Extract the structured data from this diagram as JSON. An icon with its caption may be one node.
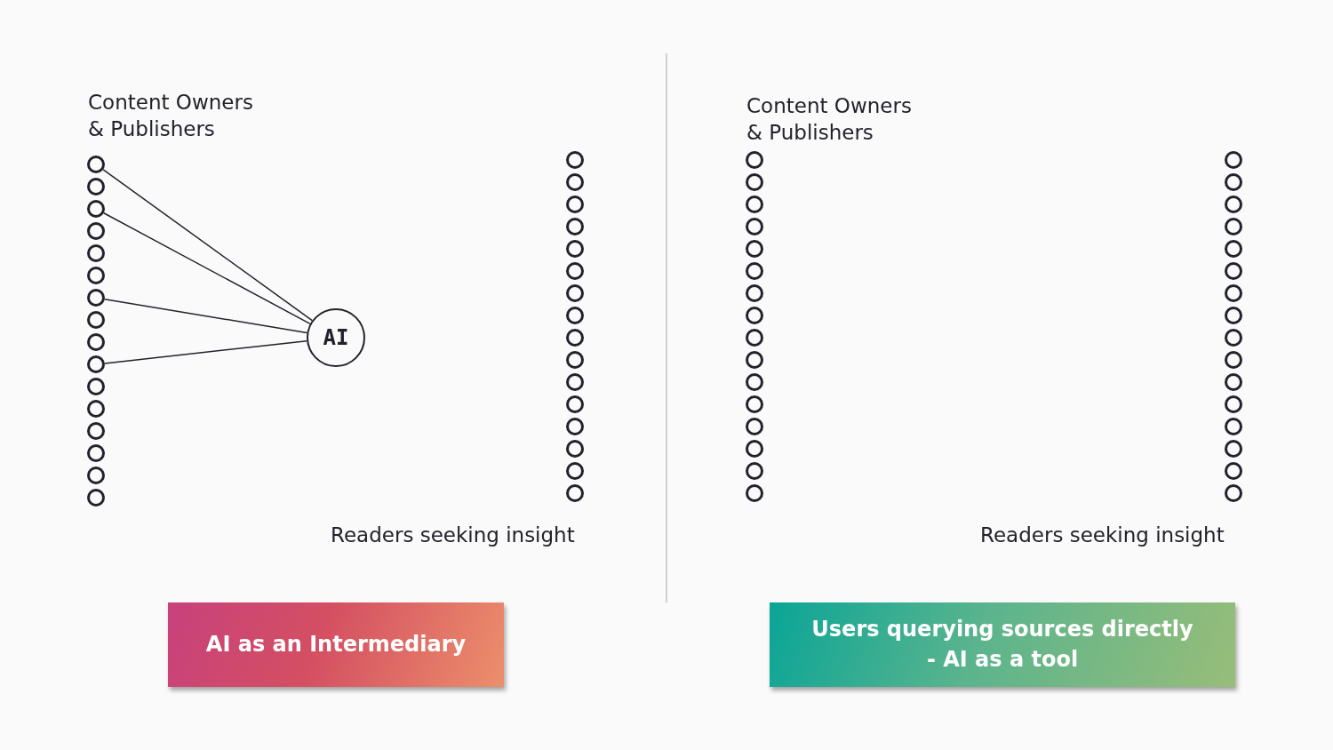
{
  "diagram": {
    "nodes": [
      {
        "text": [],
        "shape": "circle"
      },
      {
        "text": [],
        "shape": "circle"
      },
      {
        "text": [],
        "shape": "circle"
      },
      {
        "text": [],
        "shape": "circle"
      },
      {
        "text": [],
        "shape": "circle"
      },
      {
        "text": [],
        "shape": "circle"
      },
      {
        "text": [],
        "shape": "circle"
      },
      {
        "text": [],
        "shape": "circle"
      },
      {
        "text": [],
        "shape": "circle"
      },
      {
        "text": [],
        "shape": "circle"
      },
      {
        "text": [],
        "shape": "circle"
      },
      {
        "text": [],
        "shape": "circle"
      },
      {
        "text": [],
        "shape": "circle"
      },
      {
        "text": [],
        "shape": "circle"
      },
      {
        "text": [],
        "shape": "circle"
      },
      {
        "text": [],
        "shape": "circle"
      },
      {
        "text": [
          "AI"
        ]
      },
      {
        "text": [],
        "shape": "circle"
      },
      {
        "text": [],
        "shape": "circle"
      },
      {
        "text": [],
        "shape": "circle"
      },
      {
        "text": [],
        "shape": "circle"
      },
      {
        "text": [],
        "shape": "circle"
      },
      {
        "text": [],
        "shape": "circle"
      },
      {
        "text": [],
        "shape": "circle"
      },
      {
        "text": [],
        "shape": "circle"
      },
      {
        "text": [],
        "shape": "circle"
      },
      {
        "text": [],
        "shape": "circle"
      },
      {
        "text": [],
        "shape": "circle"
      },
      {
        "text": [],
        "shape": "circle"
      },
      {
        "text": [],
        "shape": "circle"
      },
      {
        "text": [],
        "shape": "circle"
      },
      {
        "text": [],
        "shape": "circle"
      },
      {
        "text": [],
        "shape": "circle"
      },
      {
        "text": [],
        "shape": "circle"
      },
      {
        "text": [],
        "shape": "circle"
      },
      {
        "text": [],
        "shape": "circle"
      },
      {
        "text": [],
        "shape": "circle"
      },
      {
        "text": [],
        "shape": "circle"
      },
      {
        "text": [],
        "shape": "circle"
      },
      {
        "text": [],
        "shape": "circle"
      },
      {
        "text": [],
        "shape": "circle"
      },
      {
        "text": [],
        "shape": "circle"
      },
      {
        "text": [],
        "shape": "circle"
      },
      {
        "text": [],
        "shape": "circle"
      },
      {
        "text": [],
        "shape": "circle"
      },
      {
        "text": [],
        "shape": "circle"
      },
      {
        "text": [],
        "shape": "circle"
      },
      {
        "text": [],
        "shape": "circle"
      },
      {
        "text": [],
        "shape": "circle"
      },
      {
        "text": [],
        "shape": "circle"
      },
      {
        "text": [],
        "shape": "circle"
      },
      {
        "text": [],
        "shape": "circle"
      },
      {
        "text": [],
        "shape": "circle"
      },
      {
        "text": [],
        "shape": "circle"
      },
      {
        "text": [],
        "shape": "circle"
      },
      {
        "text": [],
        "shape": "circle"
      },
      {
        "text": [],
        "shape": "circle"
      },
      {
        "text": [],
        "shape": "circle"
      },
      {
        "text": [],
        "shape": "circle"
      },
      {
        "text": [],
        "shape": "circle"
      },
      {
        "text": [],
        "shape": "circle"
      },
      {
        "text": [],
        "shape": "circle"
      },
      {
        "text": [],
        "shape": "circle"
      },
      {
        "text": [],
        "shape": "circle"
      },
      {
        "text": [],
        "shape": "circle"
      },
      {
        "text": [
          "AI as an Intermediary"
        ]
      },
      {
        "text": [
          "Users querying sources directly - AI as a tool"
        ]
      }
    ],
    "edges": [
      {
        "from": 0,
        "to": 16,
        "arrow": "none"
      },
      {
        "from": 2,
        "to": 16,
        "arrow": "none"
      },
      {
        "from": 6,
        "to": 16,
        "arrow": "none"
      },
      {
        "from": 9,
        "to": 16,
        "arrow": "none"
      }
    ],
    "labels": [
      "Content Owners & Publishers",
      "Content Owners & Publishers",
      "Readers seeking insight",
      "Readers seeking insight"
    ]
  }
}
